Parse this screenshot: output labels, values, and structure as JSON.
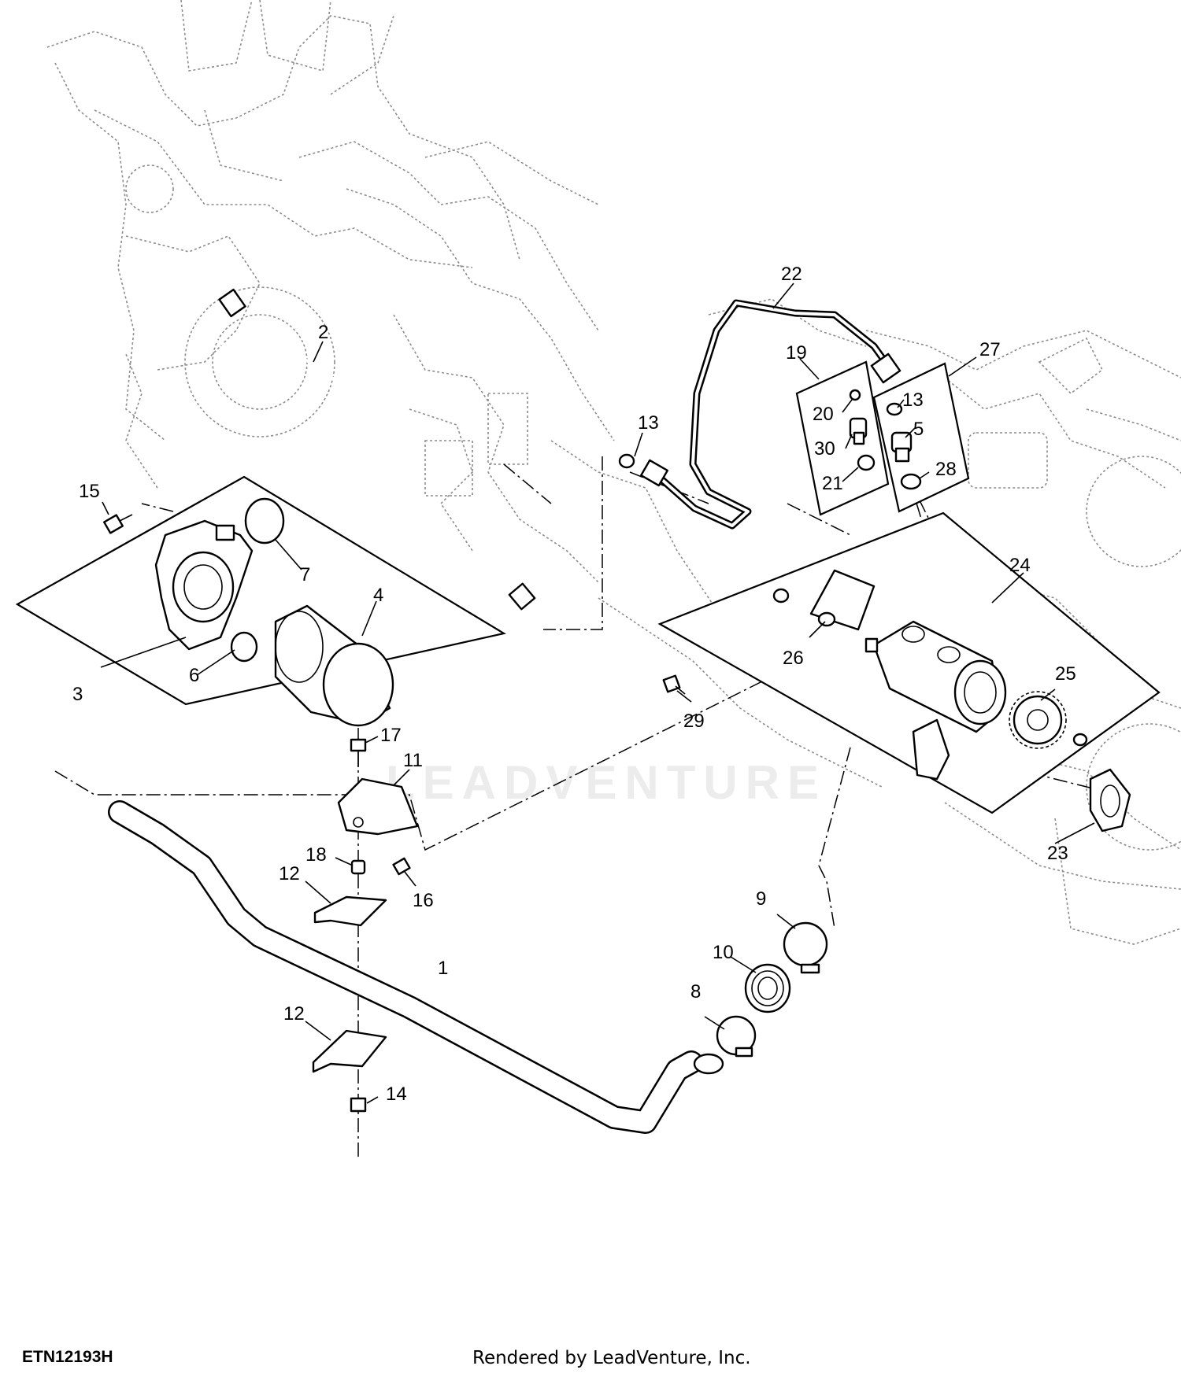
{
  "diagram": {
    "figure_id": "ETN12193H",
    "render_credit": "Rendered by LeadVenture, Inc.",
    "watermark": "LEADVENTURE",
    "callouts": [
      "1",
      "2",
      "3",
      "4",
      "5",
      "6",
      "7",
      "8",
      "9",
      "10",
      "11",
      "12",
      "12",
      "13",
      "13",
      "14",
      "15",
      "16",
      "17",
      "18",
      "19",
      "20",
      "21",
      "22",
      "23",
      "24",
      "25",
      "26",
      "27",
      "28",
      "29",
      "30"
    ]
  }
}
